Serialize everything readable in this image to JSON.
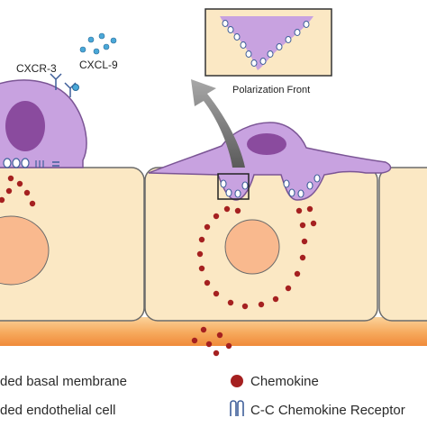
{
  "labels": {
    "receptor": "CXCR-3",
    "ligand": "CXCL-9",
    "inset_caption": "Polarization Front"
  },
  "legend": {
    "basal_membrane": "ded basal membrane",
    "endothelial_cell": "ded endothelial cell",
    "chemokine": "Chemokine",
    "receptor": "C-C Chemokine Receptor"
  },
  "colors": {
    "cell_fill": "#fbe8c4",
    "cell_stroke": "#6b6b6b",
    "nucleus_fill": "#f9b98e",
    "membrane": "#f4a85f",
    "leukocyte": "#c8a2e0",
    "leukocyte_nucleus": "#8a4b9e",
    "chemokine": "#a52020",
    "receptor": "#5a7bb5",
    "ligand": "#4aa8d8",
    "arrow": "#808080"
  }
}
